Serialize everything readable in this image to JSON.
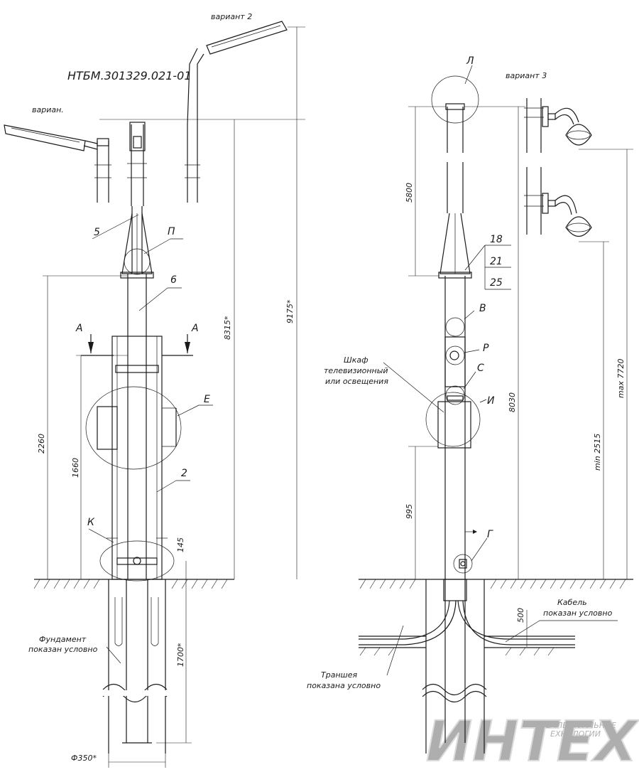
{
  "drawing_code": "НТБМ.301329.021-01",
  "variants": {
    "v1": "вариан.",
    "v2": "вариант 2",
    "v3": "вариант 3"
  },
  "left_view": {
    "dims": {
      "d9175": "9175*",
      "d8315": "8315*",
      "d2260": "2260",
      "d1660": "1660",
      "d145": "145",
      "d1700": "1700*",
      "diam": "Ф350*"
    },
    "callouts": {
      "c5": "5",
      "cP": "П",
      "c6": "6",
      "cA1": "А",
      "cA2": "А",
      "cE": "Е",
      "c2": "2",
      "cK": "К"
    },
    "foundation_line1": "Фундамент",
    "foundation_line2": "показан условно"
  },
  "right_view": {
    "dims": {
      "d5800": "5800",
      "d8030": "8030",
      "d995": "995",
      "d7720": "max 7720",
      "d2515": "min 2515",
      "d500": "500"
    },
    "callouts": {
      "cL": "Л",
      "c18": "18",
      "c21": "21",
      "c25": "25",
      "cV": "В",
      "cR": "Р",
      "cS": "С",
      "cI": "И",
      "cG": "Г"
    },
    "cabinet_line1": "Шкаф",
    "cabinet_line2": "телевизионный",
    "cabinet_line3": "или освещения",
    "cable_line1": "Кабель",
    "cable_line2": "показан условно",
    "trench_line1": "Траншея",
    "trench_line2": "показана условно"
  },
  "watermark": {
    "main": "ИНТЕХ",
    "line1": "ТЕЛЛЕКТУАЛЬНЫЕ",
    "line2": "ЕХНОЛОГИИ"
  }
}
